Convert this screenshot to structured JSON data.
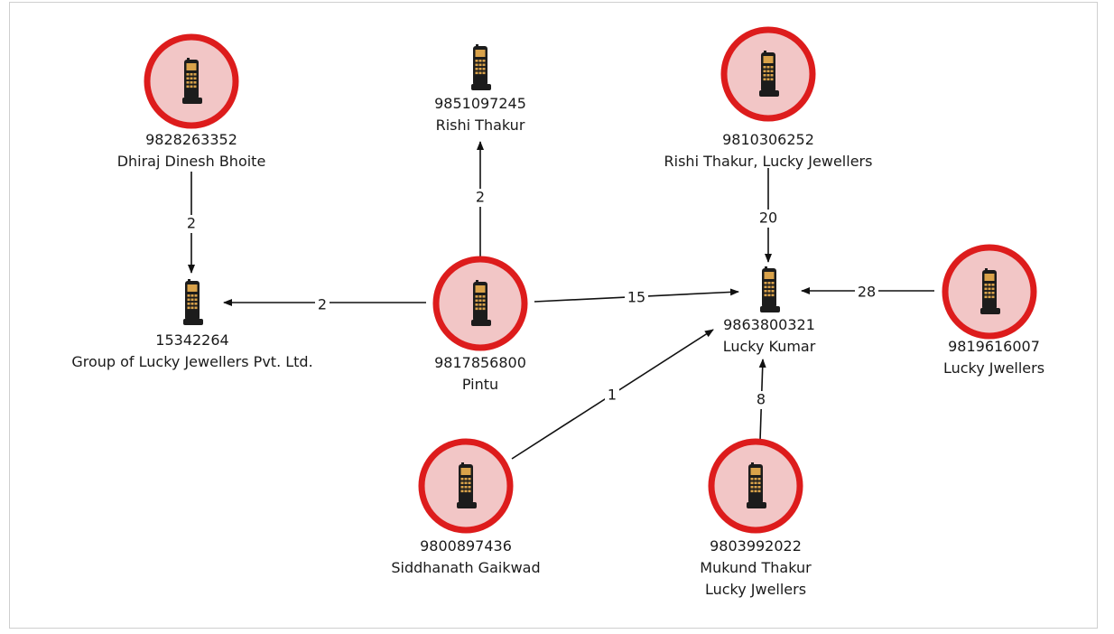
{
  "colors": {
    "highlight_ring": "#dd1c1c",
    "highlight_fill": "#f2c6c6",
    "phone_body": "#1c1c1c",
    "phone_screen": "#d9a24a",
    "edge": "#111111"
  },
  "icon": "mobile-phone-icon",
  "nodes": [
    {
      "id": "n9828263352",
      "number": "9828263352",
      "names": [
        "Dhiraj Dinesh Bhoite"
      ],
      "highlighted": true
    },
    {
      "id": "n9851097245",
      "number": "9851097245",
      "names": [
        "Rishi Thakur"
      ],
      "highlighted": false
    },
    {
      "id": "n9810306252",
      "number": "9810306252",
      "names": [
        "Rishi Thakur, Lucky Jewellers"
      ],
      "highlighted": true
    },
    {
      "id": "n15342264",
      "number": "15342264",
      "names": [
        "Group of Lucky Jewellers Pvt. Ltd."
      ],
      "highlighted": false
    },
    {
      "id": "n9817856800",
      "number": "9817856800",
      "names": [
        "Pintu"
      ],
      "highlighted": true
    },
    {
      "id": "n9863800321",
      "number": "9863800321",
      "names": [
        "Lucky Kumar"
      ],
      "highlighted": false
    },
    {
      "id": "n9819616007",
      "number": "9819616007",
      "names": [
        "Lucky Jwellers"
      ],
      "highlighted": true
    },
    {
      "id": "n9800897436",
      "number": "9800897436",
      "names": [
        "Siddhanath Gaikwad"
      ],
      "highlighted": true
    },
    {
      "id": "n9803992022",
      "number": "9803992022",
      "names": [
        "Mukund Thakur",
        "Lucky Jwellers"
      ],
      "highlighted": true
    }
  ],
  "edges": [
    {
      "from": "n9828263352",
      "to": "n15342264",
      "label": "2"
    },
    {
      "from": "n9817856800",
      "to": "n15342264",
      "label": "2"
    },
    {
      "from": "n9817856800",
      "to": "n9851097245",
      "label": "2"
    },
    {
      "from": "n9817856800",
      "to": "n9863800321",
      "label": "15"
    },
    {
      "from": "n9810306252",
      "to": "n9863800321",
      "label": "20"
    },
    {
      "from": "n9819616007",
      "to": "n9863800321",
      "label": "28"
    },
    {
      "from": "n9800897436",
      "to": "n9863800321",
      "label": "1"
    },
    {
      "from": "n9803992022",
      "to": "n9863800321",
      "label": "8"
    }
  ]
}
